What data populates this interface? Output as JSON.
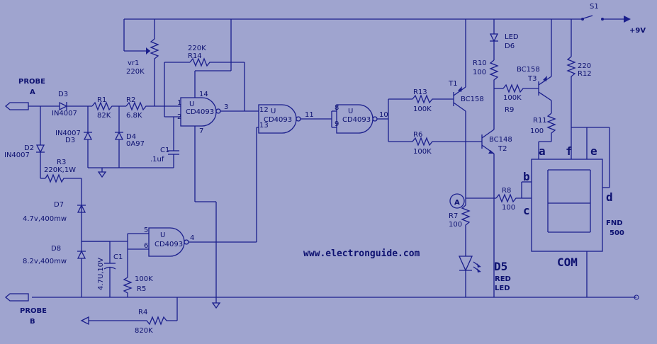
{
  "colors": {
    "background": "#9fa4cf",
    "ink": "#1a1e8c"
  },
  "labels": {
    "probe_a": "PROBE",
    "probe_a_letter": "A",
    "probe_b": "PROBE",
    "probe_b_letter": "B",
    "d3": "D3",
    "d3_part": "IN4007",
    "d2": "D2",
    "d2_part": "IN4007",
    "d3b_part": "IN4007",
    "d3b": "D3",
    "d4": "D4",
    "d4_part": "0A97",
    "r1": "R1",
    "r1_val": "82K",
    "r2": "R2",
    "r2_val": "6.8K",
    "r3": "R3",
    "r3_val": "220K,1W",
    "vr1": "vr1",
    "vr1_val": "220K",
    "r14_val": "220K",
    "r14": "R14",
    "c1": "C1",
    "c1_val": ".1uf",
    "d7": "D7",
    "d7_val": "4.7v,400mw",
    "d8": "D8",
    "d8_val": "8.2v,400mw",
    "c1b_val": "4.7U,10V",
    "c1b": "C1",
    "r5_val": "100K",
    "r5": "R5",
    "r4": "R4",
    "r4_val": "820K",
    "gate1": "U",
    "gate1_part": "CD4093",
    "gate1_p14": "14",
    "gate1_p1": "1",
    "gate1_p2": "2",
    "gate1_p3": "3",
    "gate1_p7": "7",
    "gate2": "U",
    "gate2_part": "CD4093",
    "gate2_p12": "12",
    "gate2_p13": "13",
    "gate2_p11": "11",
    "gate3": "U",
    "gate3_part": "CD4093",
    "gate3_p8": "8",
    "gate3_p9": "9",
    "gate3_p10": "10",
    "gate4": "U",
    "gate4_part": "CD4093",
    "gate4_p5": "5",
    "gate4_p6": "6",
    "gate4_p4": "4",
    "r13": "R13",
    "r13_val": "100K",
    "r6": "R6",
    "r6_val": "100K",
    "t1": "T1",
    "t1_part": "BC158",
    "t2_part": "BC148",
    "t2": "T2",
    "t3_part": "BC158",
    "t3": "T3",
    "led": "LED",
    "d6": "D6",
    "r10": "R10",
    "r10_val": "100",
    "r9_val": "100K",
    "r9": "R9",
    "r11": "R11",
    "r11_val": "100",
    "r12_val": "220",
    "r12": "R12",
    "r8": "R8",
    "r8_val": "100",
    "r7": "R7",
    "r7_val": "100",
    "ammeter": "A",
    "d5": "D5",
    "d5_color": "RED",
    "d5_type": "LED",
    "s1": "S1",
    "supply": "+9V",
    "seg_a": "a",
    "seg_b": "b",
    "seg_c": "c",
    "seg_d": "d",
    "seg_e": "e",
    "seg_f": "f",
    "display_part": "FND",
    "display_num": "500",
    "com": "COM",
    "website": "www.electronguide.com"
  }
}
